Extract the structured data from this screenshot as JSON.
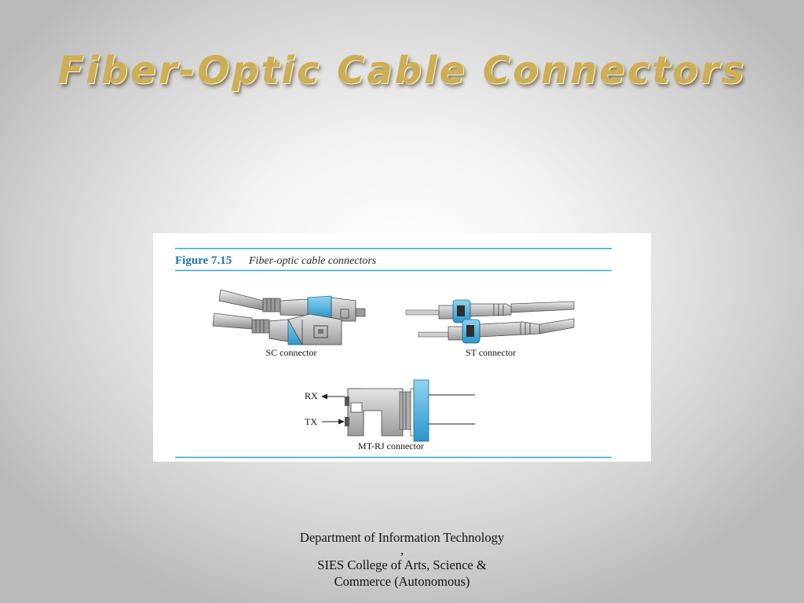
{
  "slide": {
    "title": "Fiber-Optic Cable Connectors"
  },
  "figure": {
    "number": "Figure 7.15",
    "caption": "Fiber-optic cable connectors",
    "labels": {
      "sc": "SC connector",
      "st": "ST connector",
      "mtrj": "MT-RJ connector",
      "rx": "RX",
      "tx": "TX"
    }
  },
  "footer": {
    "line1": "Department of Information Technology",
    "line2": ",",
    "line3": "SIES College of Arts, Science &",
    "line4": "Commerce (Autonomous)"
  },
  "colors": {
    "accent_blue": "#2aa3d9",
    "connector_blue": "#5ab8e3",
    "title_gold": "#cdae55",
    "figure_number": "#1a76b5"
  }
}
